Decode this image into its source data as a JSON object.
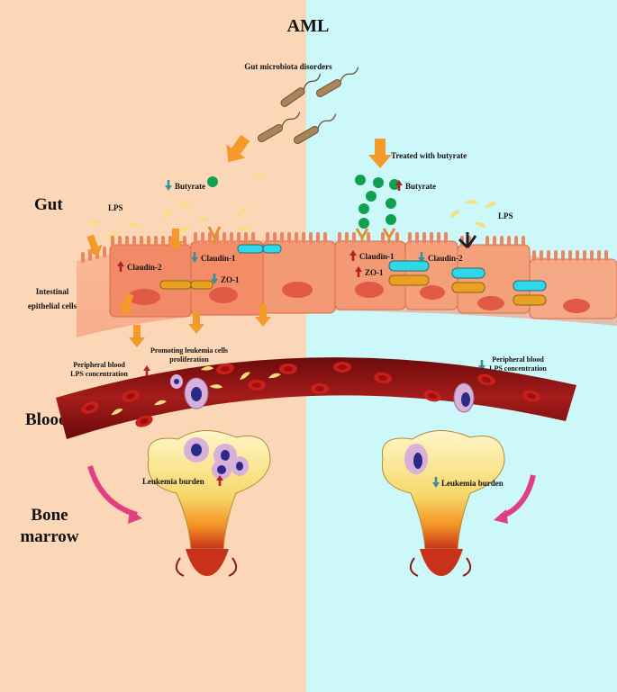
{
  "title": "AML",
  "left_panel": {
    "microbiota": "Gut microbiota disorders",
    "butyrate": "Butyrate",
    "lps": "LPS",
    "claudin2": "Claudin-2",
    "claudin1": "Claudin-1",
    "zo1": "ZO-1",
    "promoting": [
      "Promoting leukemia cells",
      "proliferation"
    ],
    "peripheral": [
      "Peripheral blood",
      "LPS concentration"
    ],
    "leukemia_burden": "Leukemia burden"
  },
  "right_panel": {
    "treated": "Treated with butyrate",
    "butyrate": "Butyrate",
    "lps": "LPS",
    "claudin1": "Claudin-1",
    "claudin2": "Claudin-2",
    "zo1": "ZO-1",
    "peripheral": [
      "Peripheral blood",
      "LPS concentration"
    ],
    "leukemia_burden": "Leukemia burden"
  },
  "row_labels": {
    "gut": "Gut",
    "epithelial": [
      "Intestinal",
      "epithelial cells"
    ],
    "blood": "Blood",
    "bone_marrow": [
      "Bone",
      "marrow"
    ]
  },
  "colors": {
    "left_bg": "#fcd7b7",
    "right_bg": "#cdf8fa",
    "up_arrow": "#b22222",
    "down_arrow": "#3a8f9a",
    "butyrate_dot": "#10a050",
    "vessel": "#8f1414",
    "arrow_orange": "#f39a2a"
  }
}
